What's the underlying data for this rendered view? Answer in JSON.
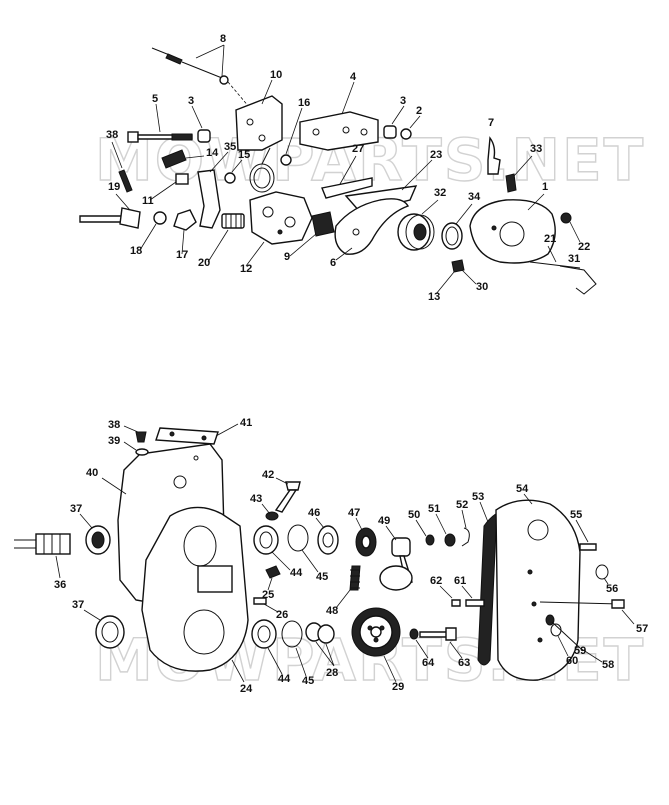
{
  "watermark": {
    "text_top": "MOWPARTS.NET",
    "text_bottom": "MOWPARTS.NET",
    "color": "#d2d2d2"
  },
  "upper_assembly": {
    "callouts": [
      "8",
      "10",
      "4",
      "5",
      "3",
      "16",
      "3",
      "2",
      "7",
      "38",
      "14",
      "35",
      "15",
      "27",
      "23",
      "33",
      "19",
      "11",
      "32",
      "34",
      "1",
      "18",
      "17",
      "20",
      "12",
      "9",
      "6",
      "21",
      "22",
      "31",
      "13",
      "30"
    ]
  },
  "lower_assembly": {
    "callouts": [
      "38",
      "41",
      "39",
      "40",
      "42",
      "43",
      "46",
      "47",
      "49",
      "50",
      "51",
      "52",
      "53",
      "54",
      "55",
      "37",
      "44",
      "45",
      "36",
      "25",
      "48",
      "62",
      "61",
      "56",
      "37",
      "26",
      "57",
      "28",
      "64",
      "63",
      "59",
      "58",
      "60",
      "24",
      "44",
      "45",
      "29"
    ]
  },
  "colors": {
    "ink": "#111111",
    "background": "#ffffff"
  }
}
